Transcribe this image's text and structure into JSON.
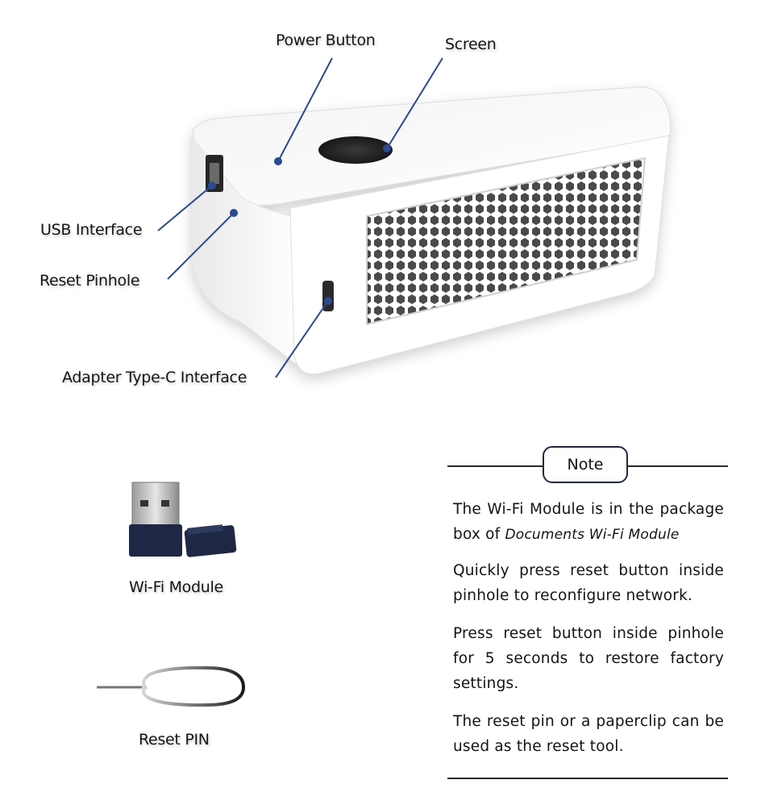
{
  "callouts": {
    "power_button": "Power Button",
    "screen": "Screen",
    "usb_interface": "USB Interface",
    "reset_pinhole": "Reset Pinhole",
    "adapter_typec": "Adapter Type-C Interface"
  },
  "accessories": {
    "wifi_module": "Wi-Fi Module",
    "reset_pin": "Reset PIN"
  },
  "note": {
    "title": "Note",
    "p1_prefix": "The Wi-Fi Module is in the package box of ",
    "p1_emphasis": "Documents Wi-Fi Module",
    "p2": "Quickly press reset button inside pinhole to reconfigure network.",
    "p3": "Press reset button inside pinhole for 5 seconds to restore factory settings.",
    "p4": "The reset pin or a paperclip can be used as the reset tool."
  },
  "colors": {
    "leader_line": "#2b4a8f",
    "dot": "#2b4a8f",
    "device_body": "#ffffff",
    "dongle_cap": "#1e2744"
  }
}
